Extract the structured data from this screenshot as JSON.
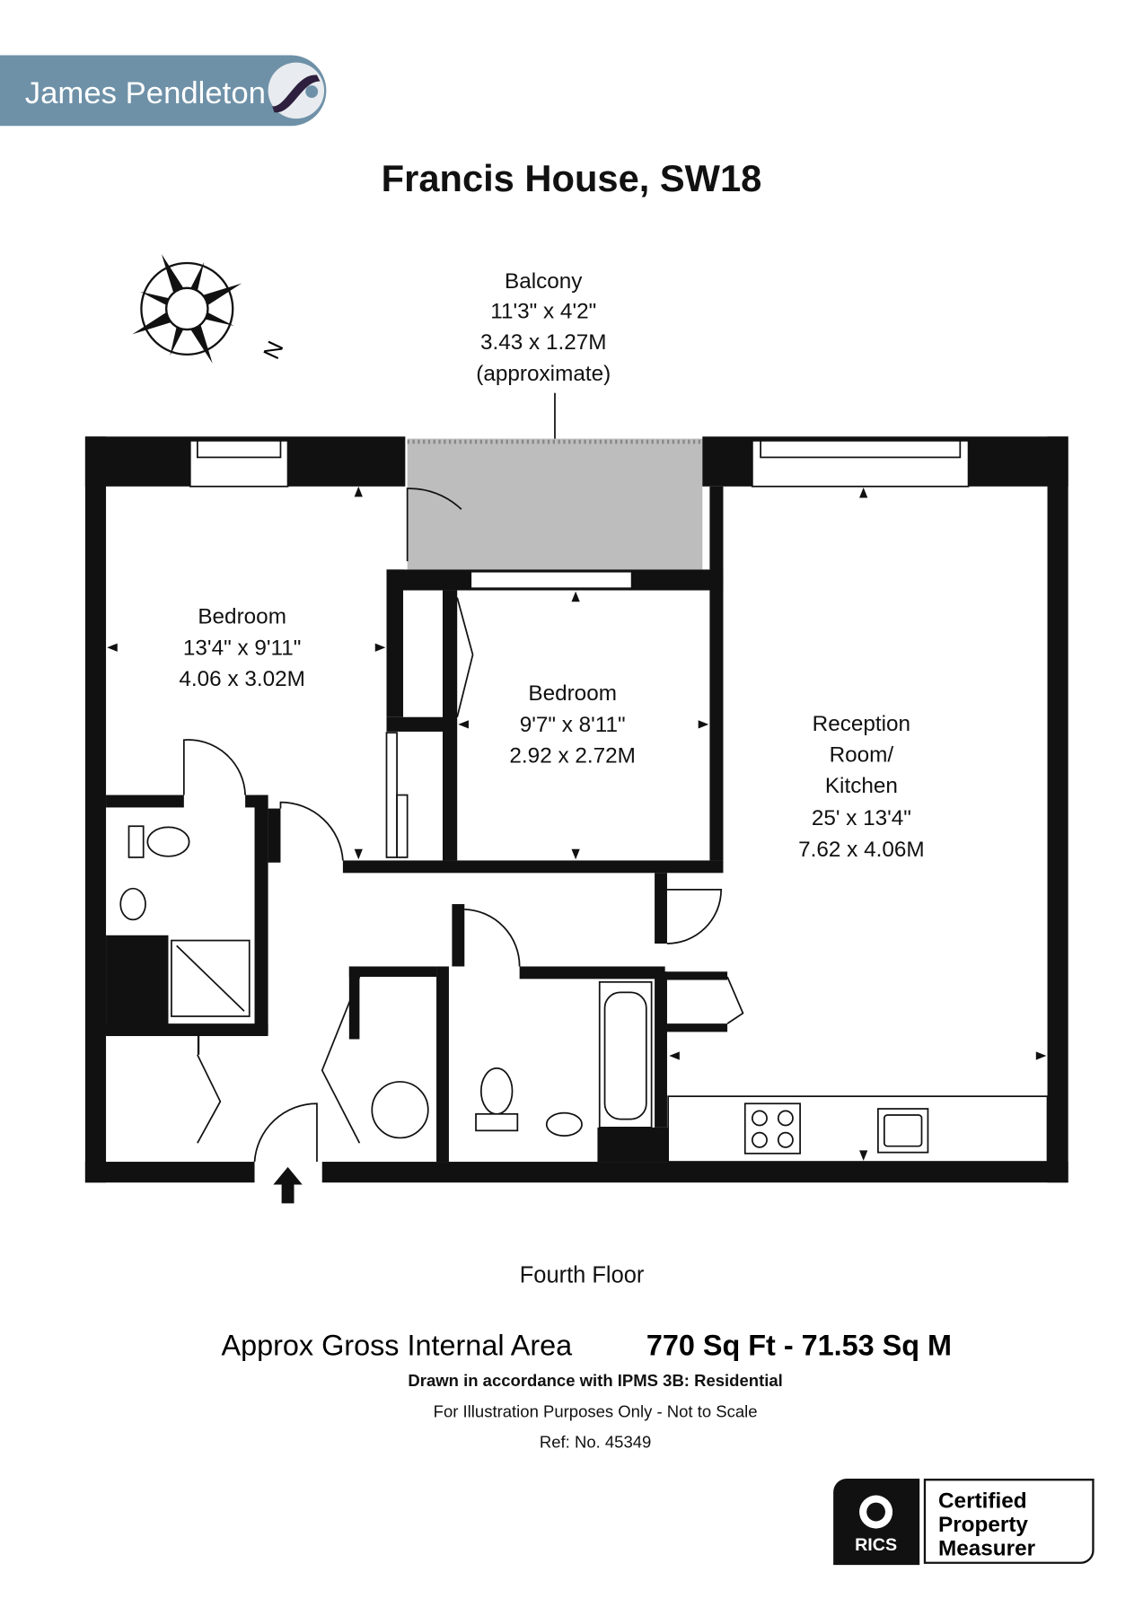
{
  "brand": {
    "name": "James Pendleton",
    "color": "#6e91a8"
  },
  "title": "Francis House, SW18",
  "compass": {
    "label": "N"
  },
  "rooms": {
    "balcony": {
      "name": "Balcony",
      "imperial": "11'3\" x 4'2\"",
      "metric": "3.43 x 1.27M",
      "note": "(approximate)"
    },
    "bedroom1": {
      "name": "Bedroom",
      "imperial": "13'4\" x 9'11\"",
      "metric": "4.06 x 3.02M"
    },
    "bedroom2": {
      "name": "Bedroom",
      "imperial": "9'7\" x 8'11\"",
      "metric": "2.92 x 2.72M"
    },
    "reception": {
      "name1": "Reception",
      "name2": "Room/",
      "name3": "Kitchen",
      "imperial": "25' x 13'4\"",
      "metric": "7.62 x 4.06M"
    }
  },
  "floor_label": "Fourth Floor",
  "area": {
    "label": "Approx Gross Internal Area",
    "value": "770 Sq Ft - 71.53 Sq M"
  },
  "notes": {
    "standard": "Drawn in accordance with IPMS 3B: Residential",
    "disclaimer": "For Illustration Purposes Only - Not to Scale",
    "ref": "Ref: No. 45349"
  },
  "rics": {
    "logo": "RICS",
    "line1": "Certified",
    "line2": "Property",
    "line3": "Measurer"
  },
  "colors": {
    "wall": "#111111",
    "balcony": "#bdbdbd"
  }
}
